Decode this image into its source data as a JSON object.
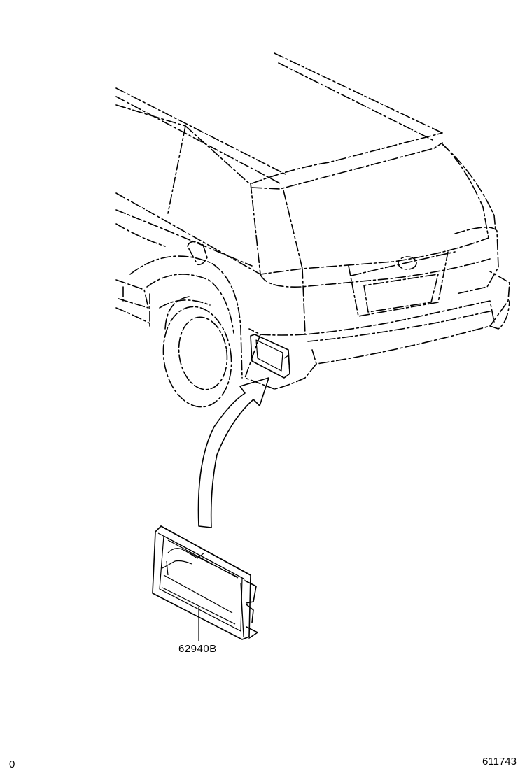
{
  "diagram": {
    "part_label": "62940B",
    "corner_left": "0",
    "corner_right": "611743"
  }
}
